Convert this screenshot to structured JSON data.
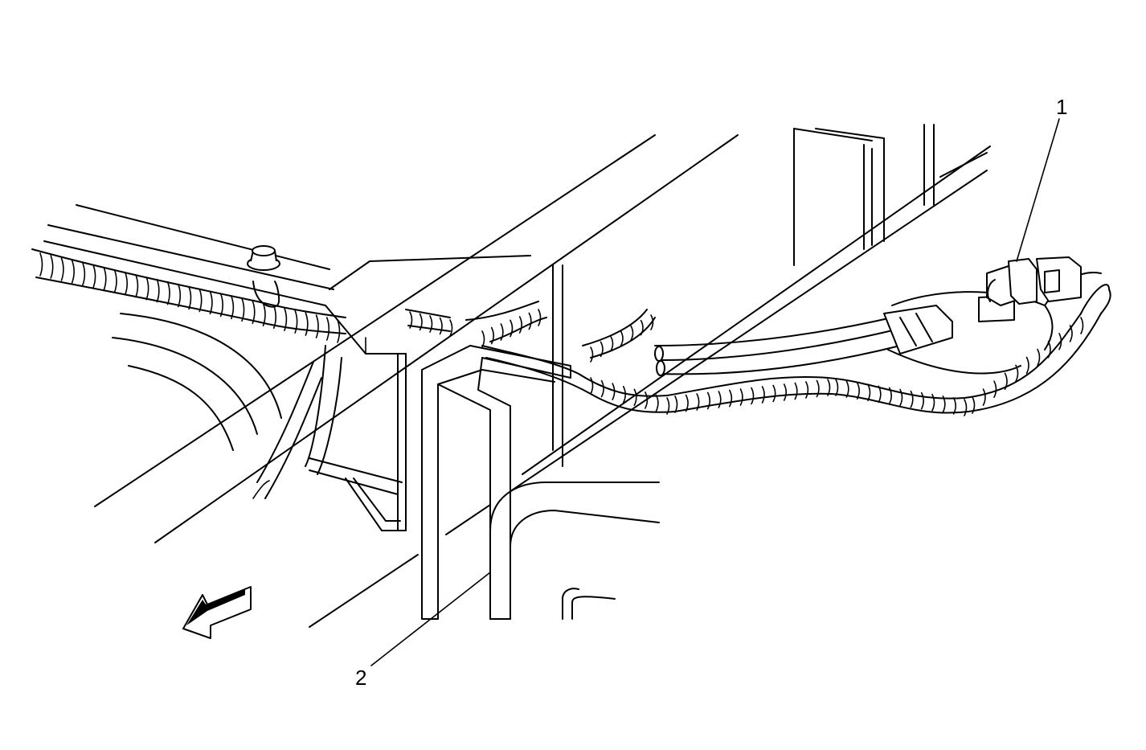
{
  "diagram": {
    "callouts": [
      {
        "id": "1",
        "label": "1"
      },
      {
        "id": "2",
        "label": "2"
      }
    ],
    "icons": [
      "direction-arrow-icon"
    ],
    "line_color": "#000000",
    "background_color": "#ffffff"
  }
}
